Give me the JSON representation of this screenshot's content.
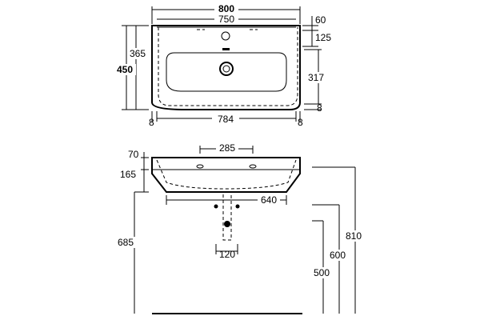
{
  "top_view": {
    "overall_width": "800",
    "inner_width": "750",
    "rear_depth": "60",
    "tap_offset": "125",
    "basin_height": "365",
    "overall_depth": "450",
    "bowl_depth": "317",
    "front_rim": "8",
    "left_side": "8",
    "bottom_width": "784",
    "right_side": "8"
  },
  "front_view": {
    "hole_spacing": "285",
    "rim_height": "70",
    "basin_depth": "165",
    "underside_width": "640",
    "waste_width": "120",
    "pedestal_height": "685",
    "height_500": "500",
    "height_600": "600",
    "height_810": "810"
  }
}
